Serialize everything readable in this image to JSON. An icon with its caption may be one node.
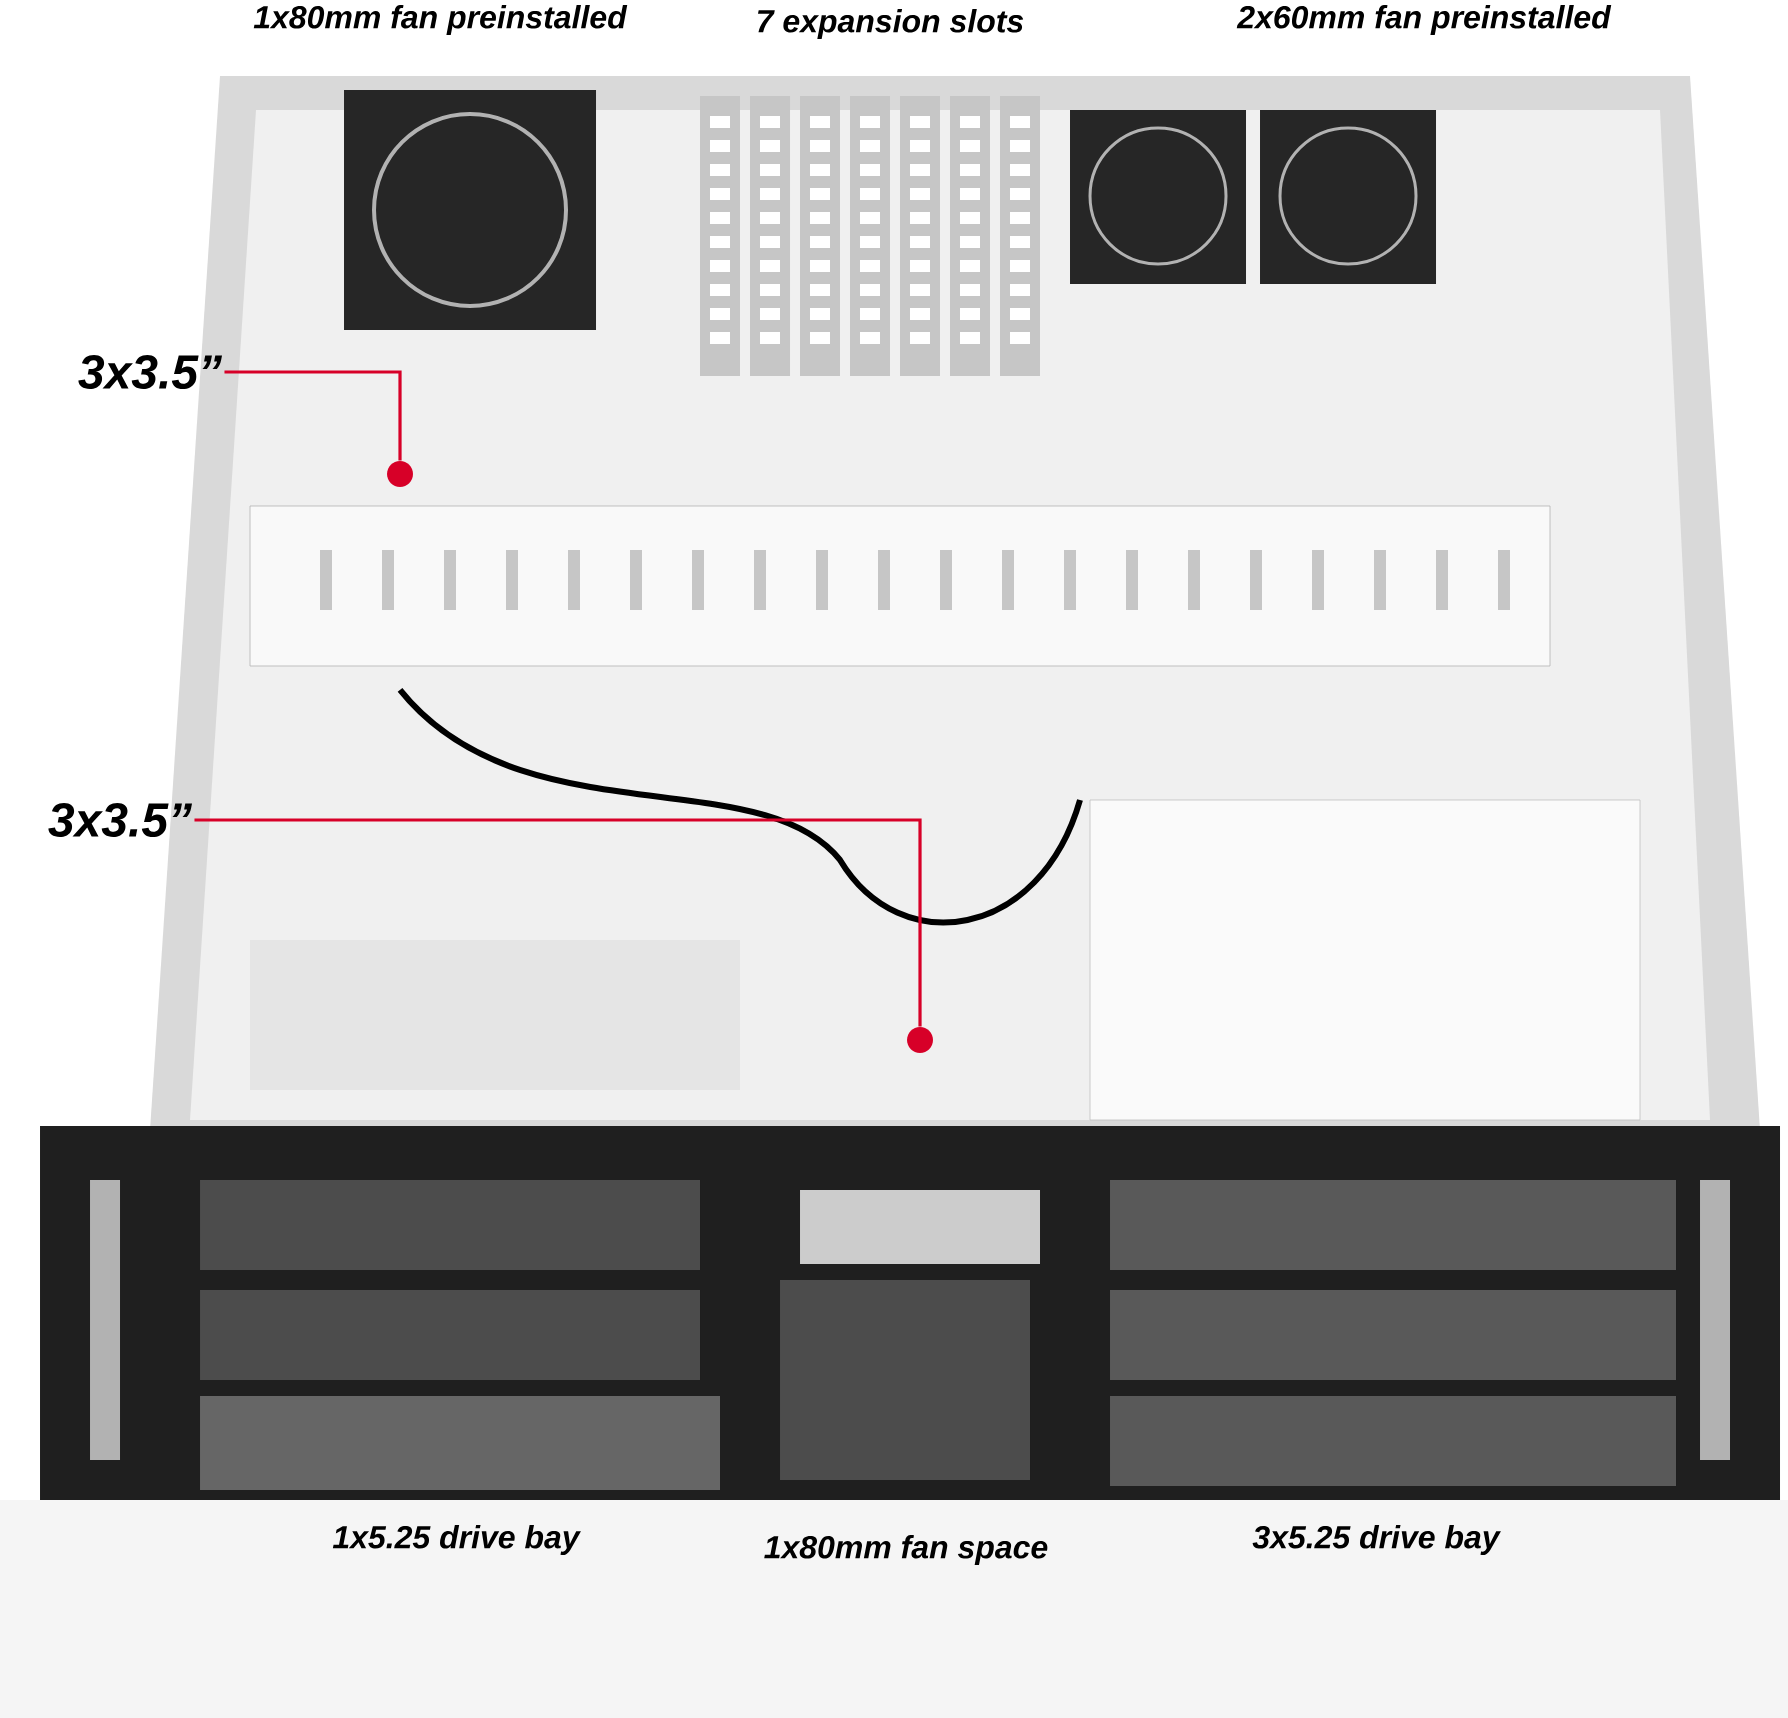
{
  "diagram": {
    "nodes": [
      {
        "text": [
          "3x3.5”"
        ]
      },
      {
        "text": [
          "3x3.5”"
        ]
      },
      {
        "text": [],
        "shape": "circle"
      },
      {
        "text": [],
        "shape": "circle"
      }
    ],
    "edges": [
      {
        "from": 0,
        "to": 2,
        "arrow": "none"
      },
      {
        "from": 1,
        "to": 3,
        "arrow": "none"
      }
    ],
    "labels": [
      "1x80mm fan preinstalled",
      "7 expansion slots",
      "2x60mm fan preinstalled",
      "1x5.25 drive bay",
      "1x80mm fan space",
      "3x5.25 drive bay"
    ]
  }
}
